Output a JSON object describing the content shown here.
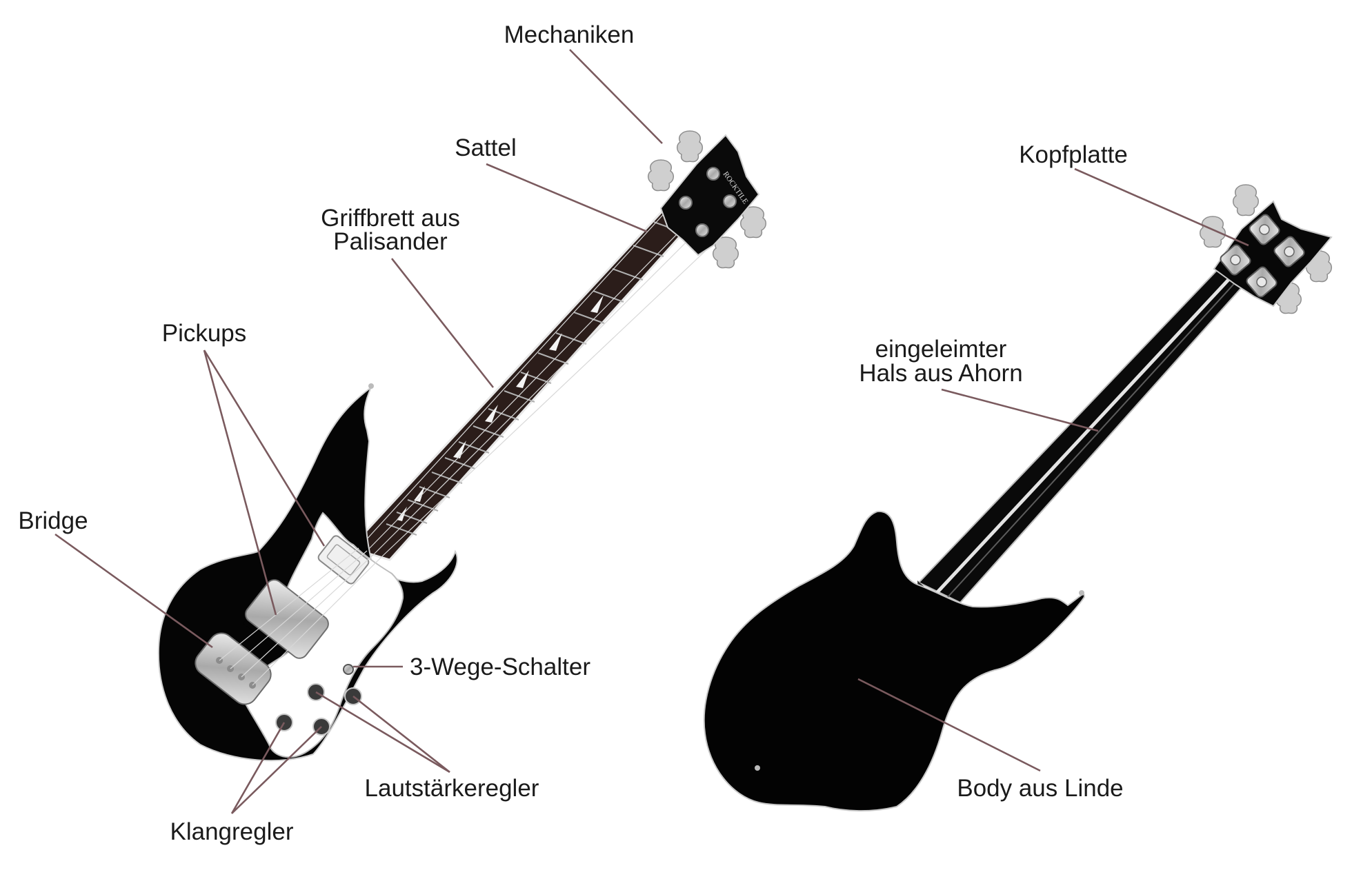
{
  "labels": {
    "mechaniken": "Mechaniken",
    "sattel": "Sattel",
    "griffbrett_1": "Griffbrett aus",
    "griffbrett_2": "Palisander",
    "pickups": "Pickups",
    "bridge": "Bridge",
    "schalter": "3-Wege-Schalter",
    "lautstaerke": "Lautstärkeregler",
    "klang": "Klangregler",
    "kopfplatte": "Kopfplatte",
    "hals_1": "eingeleimter",
    "hals_2": "Hals aus Ahorn",
    "body": "Body aus Linde"
  },
  "headstock_logo": "ROCKTILE",
  "colors": {
    "background": "#ffffff",
    "body": "#050505",
    "pickguard": "#ffffff",
    "fretboard": "#2b1d1a",
    "chrome": "#c8c8c8",
    "leader_line": "#7a5a5e",
    "label_text": "#1a1a1a"
  }
}
